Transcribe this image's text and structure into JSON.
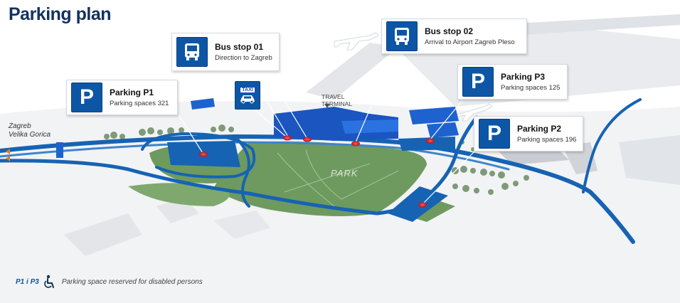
{
  "title": "Parking plan",
  "destination": {
    "line1": "Zagreb",
    "line2": "Velika Gorica"
  },
  "terminal": {
    "line1": "TRAVEL",
    "line2": "TERMINAL"
  },
  "park_label": "PARK",
  "taxi": {
    "label": "TAXI",
    "icon": "taxi-icon"
  },
  "callouts": {
    "parking_p1": {
      "name": "Parking P1",
      "detail": "Parking spaces 321",
      "icon": "parking-icon"
    },
    "bus_stop_01": {
      "name": "Bus stop 01",
      "detail": "Direction to Zagreb",
      "icon": "bus-icon"
    },
    "bus_stop_02": {
      "name": "Bus stop 02",
      "detail": "Arrival to Airport Zagreb Pleso",
      "icon": "bus-icon"
    },
    "parking_p3": {
      "name": "Parking P3",
      "detail": "Parking spaces 125",
      "icon": "parking-icon"
    },
    "parking_p2": {
      "name": "Parking P2",
      "detail": "Parking spaces 196",
      "icon": "parking-icon"
    }
  },
  "legend": {
    "lots": "P1 i P3",
    "description": "Parking space reserved for disabled persons",
    "icon": "wheelchair-icon"
  },
  "colors": {
    "title": "#12315f",
    "badge": "#0d56a6",
    "road": "#1663b3",
    "park_green": "#6e9a5f",
    "terminal_blue": "#1a55c0",
    "pin": "#e0262c"
  }
}
